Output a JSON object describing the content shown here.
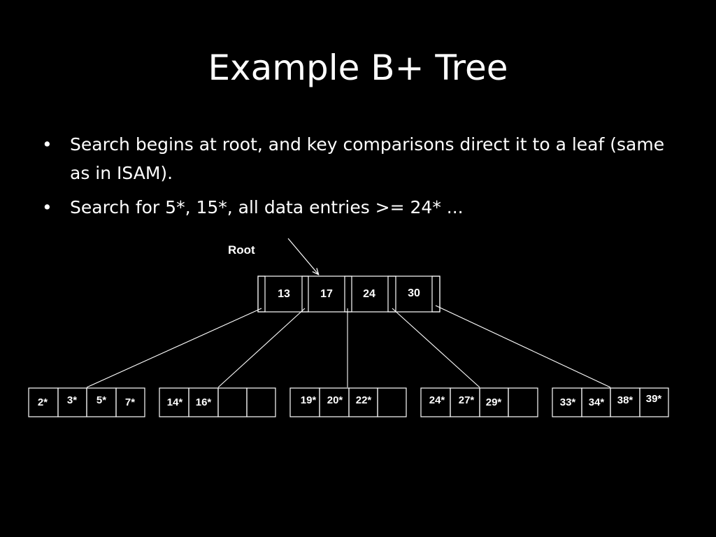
{
  "slide": {
    "title": "Example B+ Tree",
    "bullets": [
      "Search begins at root, and key comparisons direct it to a leaf (same as in ISAM).",
      "Search for 5*, 15*, all data entries >= 24* ..."
    ],
    "bullet_symbol": "•"
  },
  "tree": {
    "root_label": "Root",
    "root_keys": [
      "13",
      "17",
      "24",
      "30"
    ],
    "leaves": [
      [
        "2*",
        "3*",
        "5*",
        "7*"
      ],
      [
        "14*",
        "16*",
        "",
        ""
      ],
      [
        "19*",
        "20*",
        "22*",
        ""
      ],
      [
        "24*",
        "27*",
        "29*",
        ""
      ],
      [
        "33*",
        "34*",
        "38*",
        "39*"
      ]
    ]
  },
  "colors": {
    "background": "#000000",
    "foreground": "#ffffff"
  }
}
